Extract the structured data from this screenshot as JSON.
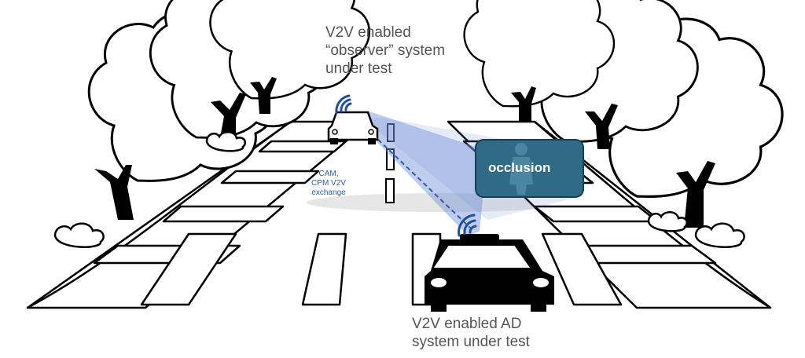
{
  "labels": {
    "observer_line1": "V2V enabled",
    "observer_line2": "“observer” system",
    "observer_line3": "under test",
    "exchange_line1": "CAM,",
    "exchange_line2": "CPM V2V",
    "exchange_line3": "exchange",
    "occlusion": "occlusion",
    "ad_line1": "V2V enabled AD",
    "ad_line2": "system under test"
  },
  "colors": {
    "observer_text": "#555555",
    "exchange_text": "#2e5f9e",
    "occlusion_box": "#2f6b86",
    "beam": "#6f8fd6",
    "wifi_icon": "#1f4fa3"
  },
  "icons": [
    "tree-icon",
    "bush-icon",
    "car-icon",
    "wifi-signal-icon",
    "pedestrian-icon"
  ]
}
